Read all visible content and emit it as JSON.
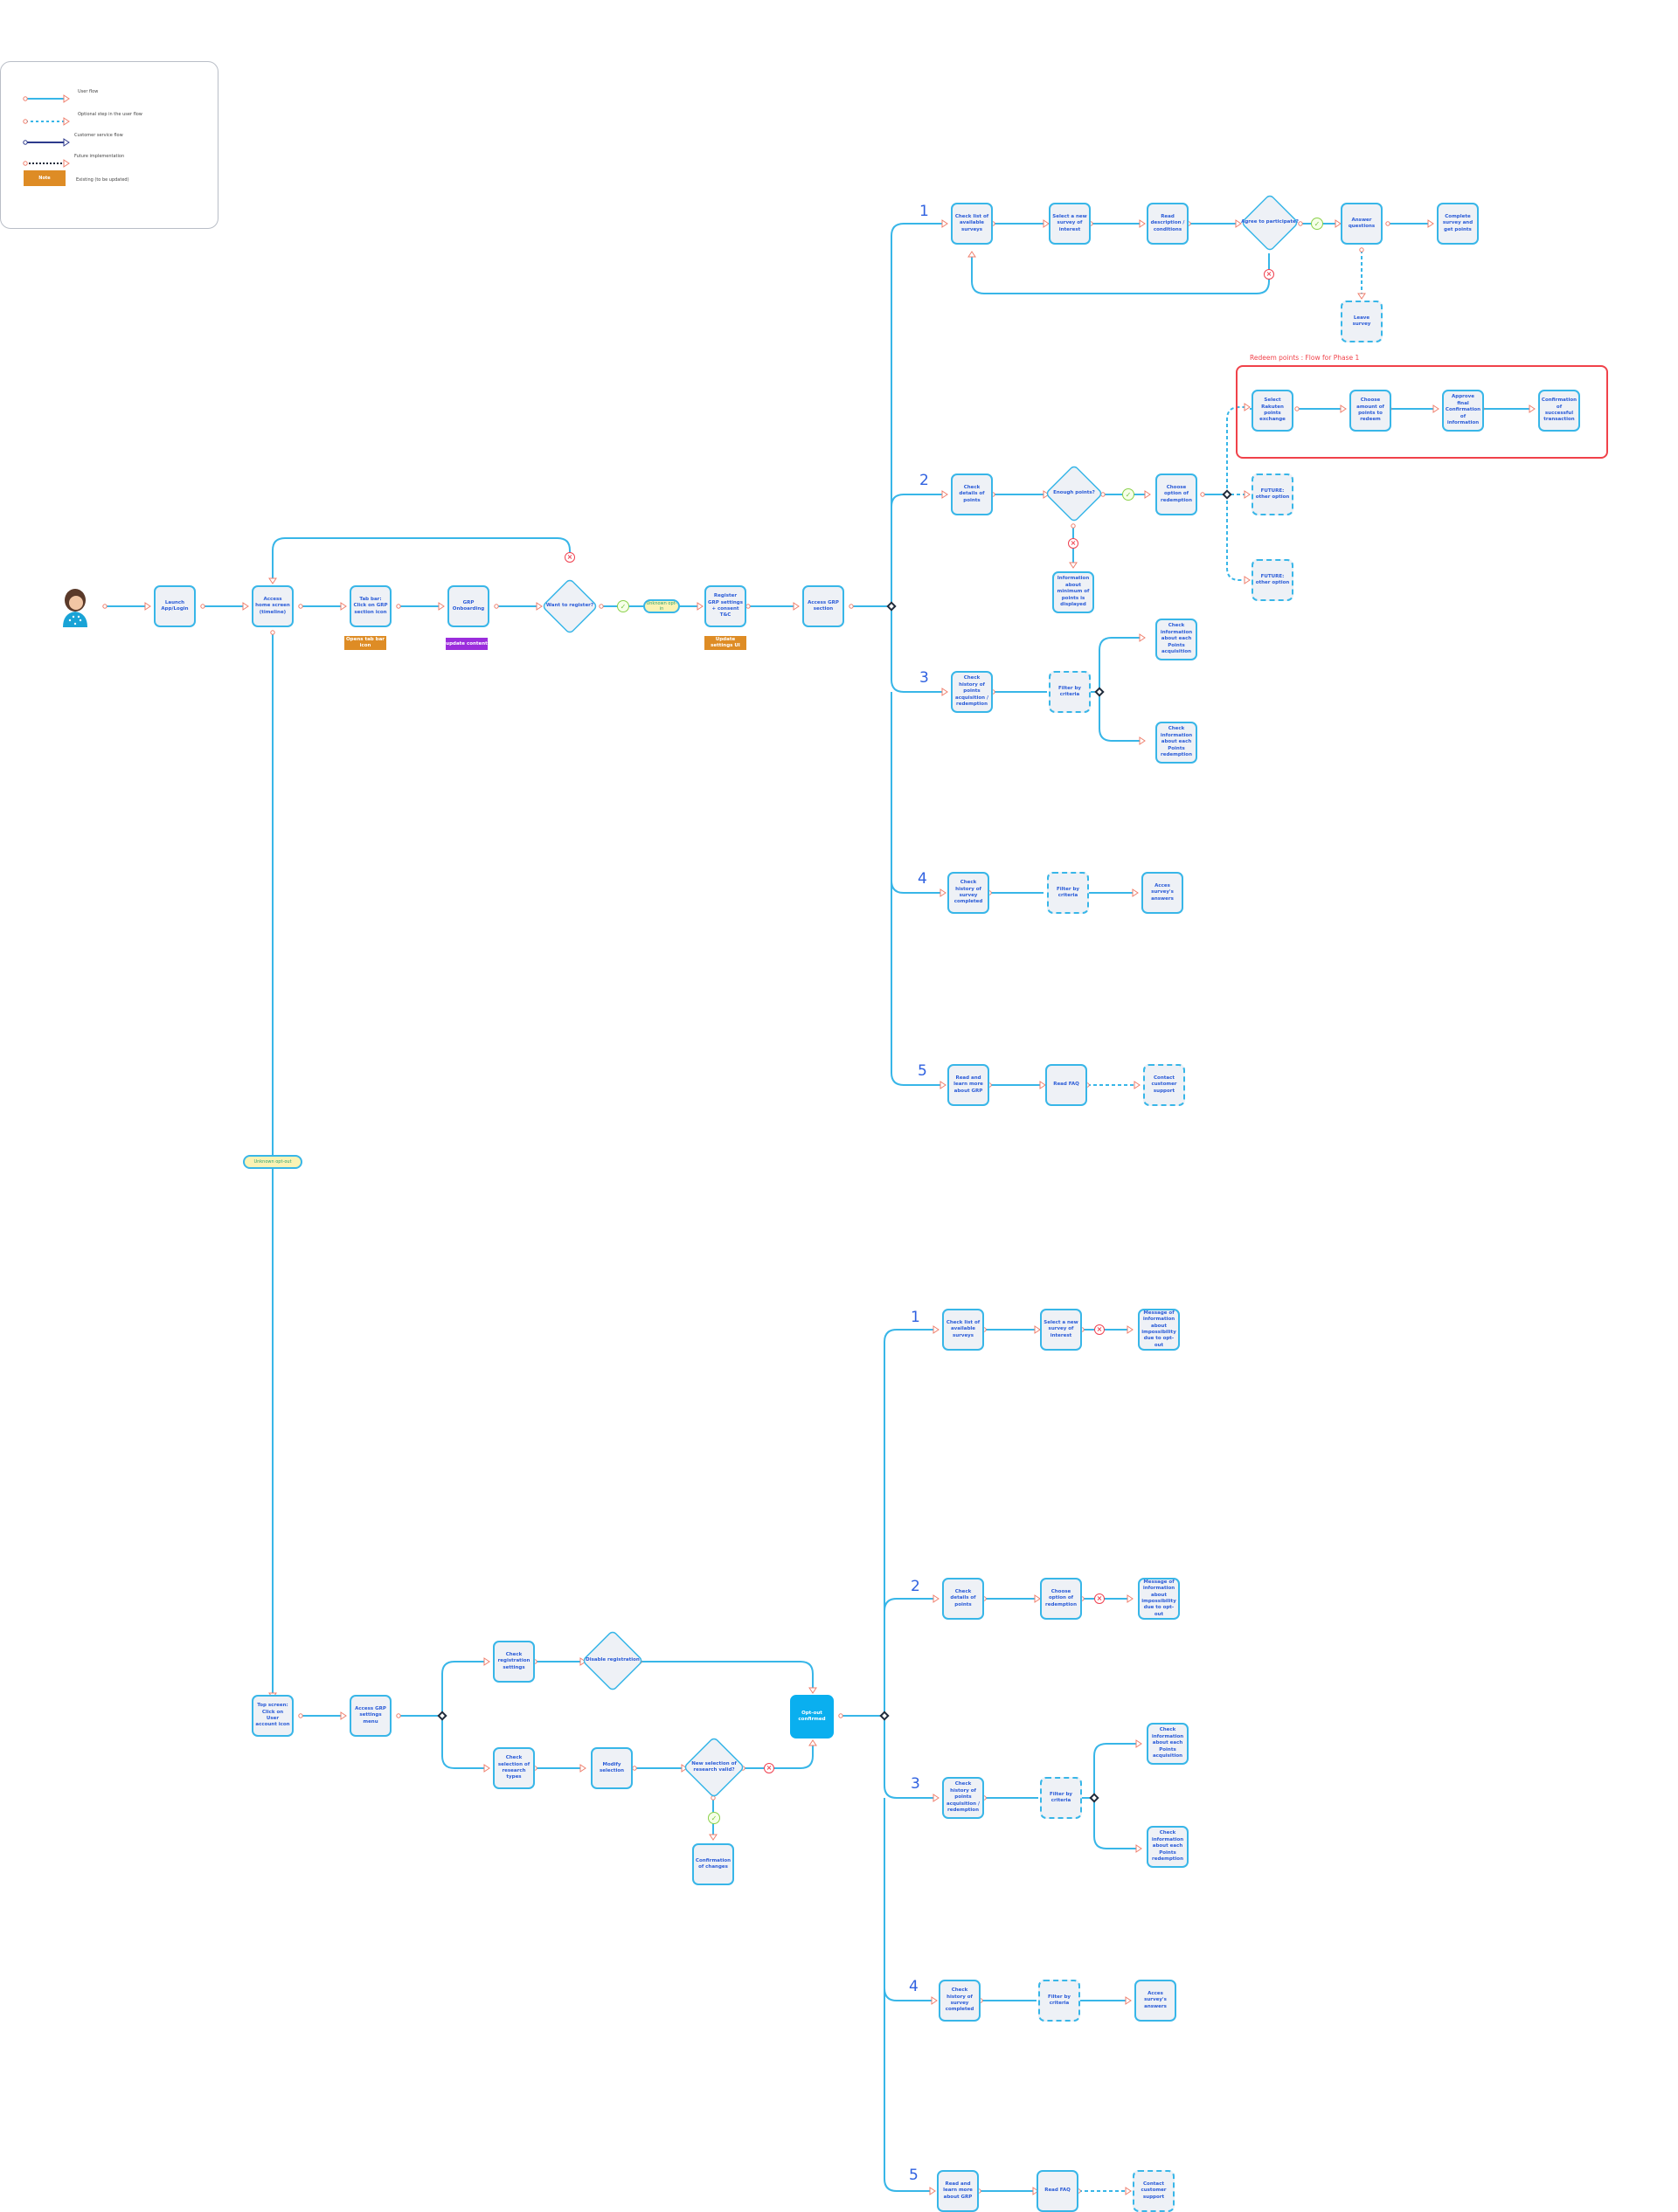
{
  "legend": {
    "items": [
      {
        "label": "User flow",
        "style": "solid-blue"
      },
      {
        "label": "Optional step in the user flow",
        "style": "dashed-blue"
      },
      {
        "label": "Customer service flow",
        "style": "solid-navy"
      },
      {
        "label": "Future implementation",
        "style": "dotted-navy"
      },
      {
        "label": "Note",
        "caption": "Existing (to be updated)",
        "style": "note"
      }
    ]
  },
  "colors": {
    "flow": "#38b6e8",
    "node_fill": "#eef1f6",
    "node_text": "#2a5bd7",
    "arrow": "#ef7f6d",
    "note": "#de8c25",
    "note_alt": "#9b2ddc",
    "error": "#ef4150",
    "ok": "#8ad04a"
  },
  "main_flow": {
    "launch": "Launch App/Login",
    "home": "Access home screen (timeline)",
    "tabbar": "Tab bar: Click on GRP section icon",
    "onboarding": "GRP Onboarding",
    "want_register": "Want to register?",
    "register": "Register GRP settings + consent T&C",
    "access": "Access GRP section",
    "note_tabbar": "Opens tab bar icon",
    "note_onboarding": "update content",
    "note_register": "Update settings UI",
    "pill_register": "Unknown opt-in",
    "pill_vertical": "Unknown opt-out"
  },
  "branches_top": {
    "b1": {
      "num": "1",
      "check_list": "Check list of available surveys",
      "select": "Select a new survey of interest",
      "read": "Read description / conditions",
      "agree": "Agree to participate?",
      "answer": "Answer questions",
      "complete": "Complete survey and get points",
      "leave": "Leave survey"
    },
    "b2": {
      "num": "2",
      "check_points": "Check details of points",
      "enough": "Enough points?",
      "choose": "Choose option of redemption",
      "info": "Information about minimum of points is displayed",
      "future1": "FUTURE: other option",
      "future2": "FUTURE: other option"
    },
    "redeem": {
      "title": "Redeem points : Flow for Phase 1",
      "select": "Select Rakuten points exchange",
      "amount": "Choose amount of points to redeem",
      "approve": "Approve final Confirmation of information",
      "confirm": "Confirmation of successful transaction"
    },
    "b3": {
      "num": "3",
      "history": "Check history of points acquisition / redemption",
      "filter": "Filter by criteria",
      "acq": "Check information about each Points acquisition",
      "red": "Check information about each Points redemption"
    },
    "b4": {
      "num": "4",
      "history": "Check history of survey completed",
      "filter": "Filter by criteria",
      "access": "Acces survey's answers"
    },
    "b5": {
      "num": "5",
      "faq_read": "Read and learn more about GRP",
      "faq": "Read FAQ",
      "contact": "Contact customer support"
    }
  },
  "settings_flow": {
    "top": "Top screen: Click on User account icon",
    "access": "Access GRP settings menu",
    "check_reg": "Check registration settings",
    "disable": "Disable registration",
    "check_sel": "Check selection of research types",
    "modify": "Modify selection",
    "valid": "New selection of research valid?",
    "confirm": "Confirmation of changes",
    "opt_out": "Opt-out confirmed"
  },
  "branches_bottom": {
    "b1": {
      "num": "1",
      "check_list": "Check list of available surveys",
      "select": "Select a new survey of interest",
      "message": "Message of information about impossibility due to opt-out"
    },
    "b2": {
      "num": "2",
      "check_points": "Check details of points",
      "choose": "Choose option of redemption",
      "message": "Message of information about impossibility due to opt-out"
    },
    "b3": {
      "num": "3",
      "history": "Check history of points acquisition / redemption",
      "filter": "Filter by criteria",
      "acq": "Check information about each Points acquisition",
      "red": "Check information about each Points redemption"
    },
    "b4": {
      "num": "4",
      "history": "Check history of survey completed",
      "filter": "Filter by criteria",
      "access": "Acces survey's answers"
    },
    "b5": {
      "num": "5",
      "faq_read": "Read and learn more about GRP",
      "faq": "Read FAQ",
      "contact": "Contact customer support"
    }
  }
}
